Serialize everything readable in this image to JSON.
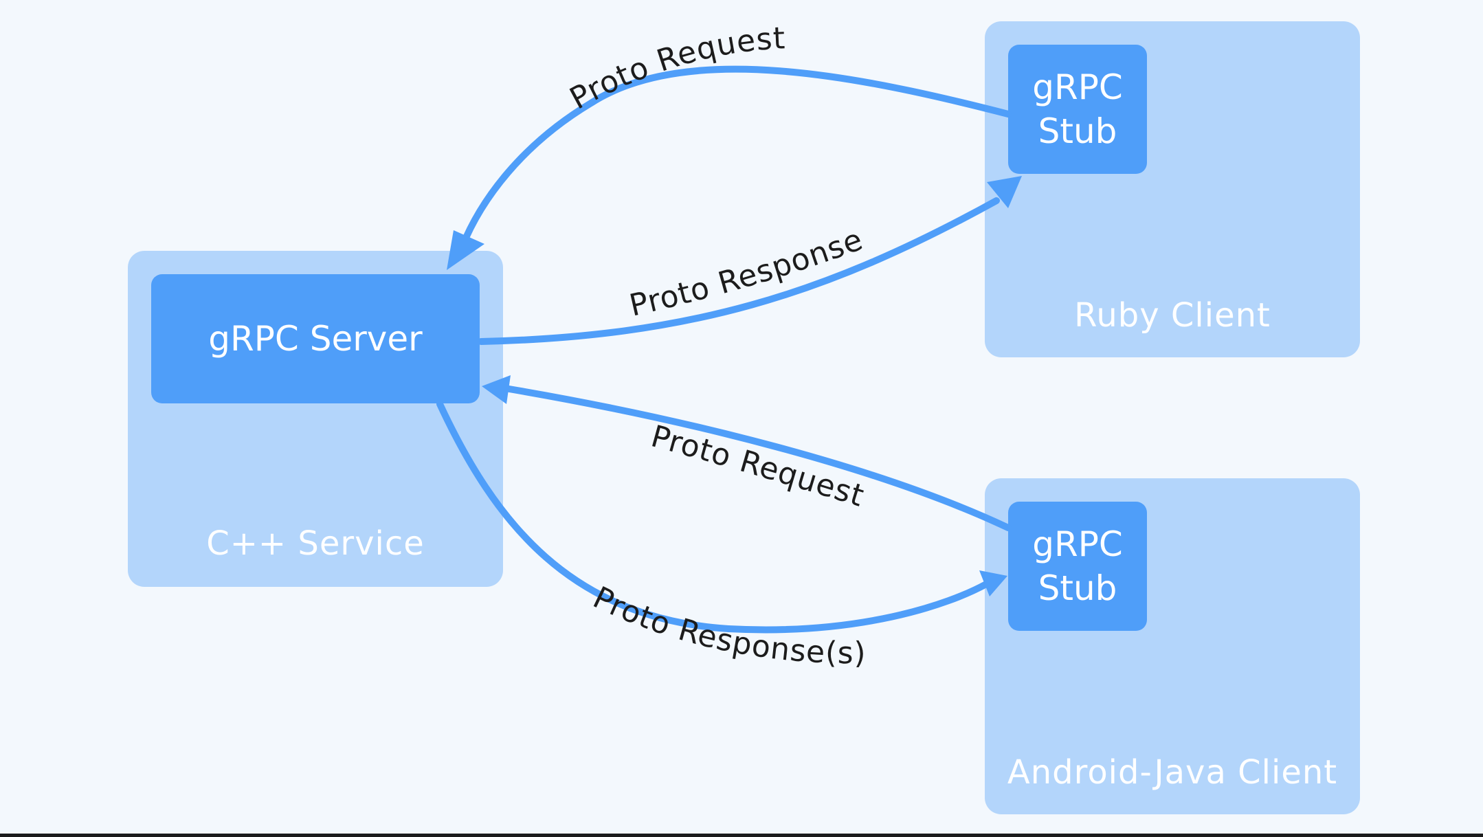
{
  "services": {
    "cpp": {
      "label": "C++ Service",
      "server_label": "gRPC Server"
    },
    "ruby": {
      "label": "Ruby Client",
      "stub_line1": "gRPC",
      "stub_line2": "Stub"
    },
    "android": {
      "label": "Android-Java Client",
      "stub_line1": "gRPC",
      "stub_line2": "Stub"
    }
  },
  "flows": {
    "ruby_request": "Proto Request",
    "ruby_response": "Proto Response",
    "android_request": "Proto Request",
    "android_response": "Proto Response(s)"
  },
  "colors": {
    "background": "#f3f8fd",
    "container": "#b3d5fb",
    "box": "#4f9ef9",
    "arrow": "#4f9ef9",
    "label_text": "#1c1c1c"
  }
}
